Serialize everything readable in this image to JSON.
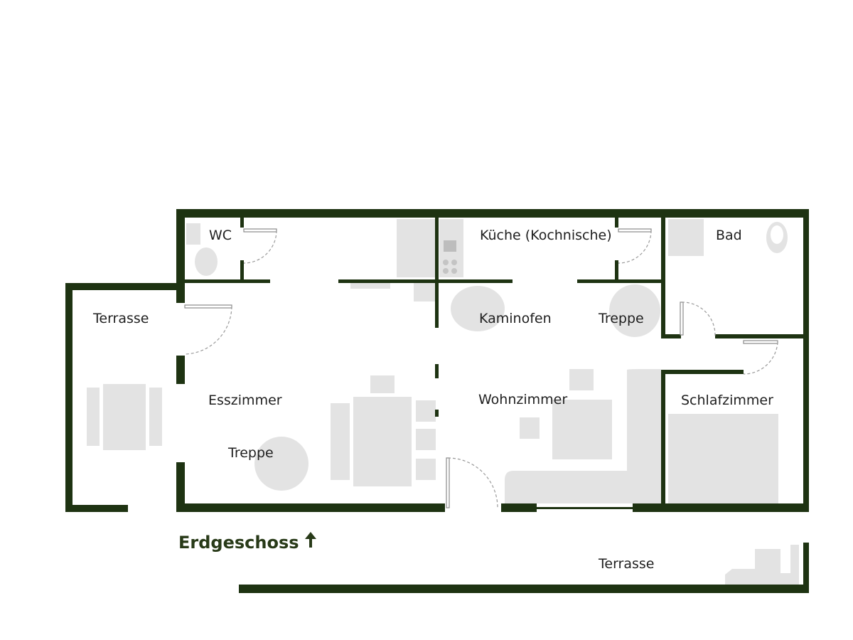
{
  "plan": {
    "title": "Erdgeschoss",
    "north_arrow": "north-arrow-icon",
    "colors": {
      "walls": "#1e3312",
      "furniture": "#e3e3e3",
      "background": "#ffffff"
    }
  },
  "rooms": {
    "wc": "WC",
    "kueche": "Küche (Kochnische)",
    "bad": "Bad",
    "terrasse_left": "Terrasse",
    "kaminofen": "Kaminofen",
    "treppe_upper": "Treppe",
    "esszimmer": "Esszimmer",
    "wohnzimmer": "Wohnzimmer",
    "schlafzimmer": "Schlafzimmer",
    "treppe_lower": "Treppe",
    "terrasse_bottom": "Terrasse"
  }
}
